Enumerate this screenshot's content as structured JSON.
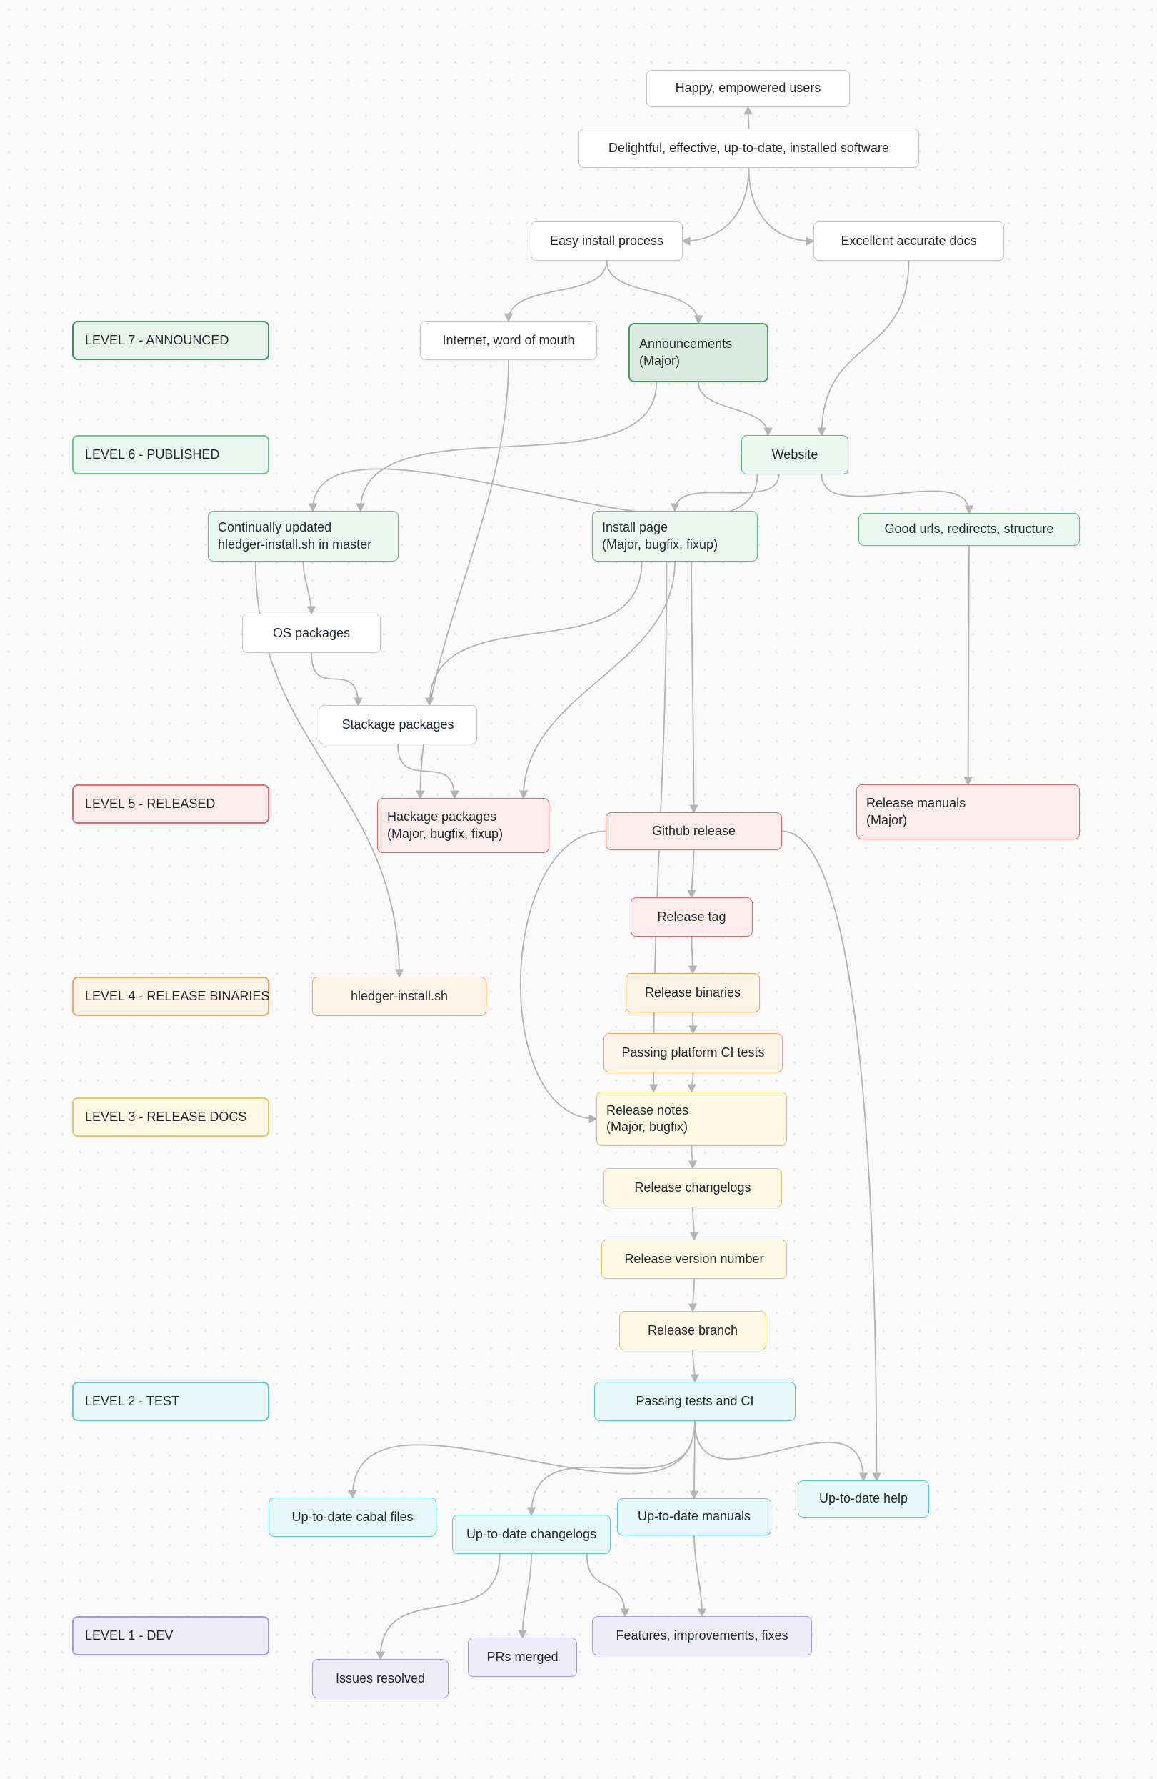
{
  "diagram": {
    "background_color": "#fafafa",
    "arrow_color": "#b4b4b4",
    "levels": {
      "level7": {
        "label": "LEVEL 7 - ANNOUNCED",
        "border": "#3f8f60",
        "bg": "#e9f4ec"
      },
      "level6": {
        "label": "LEVEL 6 - PUBLISHED",
        "border": "#6ec494",
        "bg": "#eaf7f0"
      },
      "level5": {
        "label": "LEVEL 5 - RELEASED",
        "border": "#e66a6a",
        "bg": "#fdecec"
      },
      "level4": {
        "label": "LEVEL 4 - RELEASE BINARIES",
        "border": "#edaa60",
        "bg": "#fdf3e7"
      },
      "level3": {
        "label": "LEVEL 3 - RELEASE DOCS",
        "border": "#e0cb5e",
        "bg": "#fcf8e3"
      },
      "level2": {
        "label": "LEVEL 2 - TEST",
        "border": "#5fc9d0",
        "bg": "#e7f8f9"
      },
      "level1": {
        "label": "LEVEL 1 - DEV",
        "border": "#a79ae0",
        "bg": "#efecfa"
      }
    },
    "nodes": {
      "happy": {
        "label": "Happy, empowered users"
      },
      "delightful": {
        "label": "Delightful, effective, up-to-date, installed software"
      },
      "easy_install": {
        "label": "Easy install process"
      },
      "excellent_docs": {
        "label": "Excellent accurate docs"
      },
      "internet": {
        "label": "Internet, word of mouth"
      },
      "announcements": {
        "label": "Announcements",
        "sublabel": "(Major)"
      },
      "website": {
        "label": "Website"
      },
      "continually": {
        "label": "Continually updated",
        "sublabel": "hledger-install.sh in master"
      },
      "install_page": {
        "label": "Install page",
        "sublabel": "(Major, bugfix, fixup)"
      },
      "good_urls": {
        "label": "Good urls, redirects, structure"
      },
      "os_packages": {
        "label": "OS packages"
      },
      "stackage": {
        "label": "Stackage packages"
      },
      "hackage": {
        "label": "Hackage packages",
        "sublabel": "(Major, bugfix, fixup)"
      },
      "github_release": {
        "label": "Github release"
      },
      "release_manuals": {
        "label": "Release manuals",
        "sublabel": "(Major)"
      },
      "release_tag": {
        "label": "Release tag"
      },
      "hledger_install": {
        "label": "hledger-install.sh"
      },
      "release_binaries": {
        "label": "Release binaries"
      },
      "passing_platform": {
        "label": "Passing platform CI tests"
      },
      "release_notes": {
        "label": "Release notes",
        "sublabel": "(Major, bugfix)"
      },
      "release_changelogs": {
        "label": "Release changelogs"
      },
      "release_version": {
        "label": "Release version number"
      },
      "release_branch": {
        "label": "Release branch"
      },
      "passing_tests": {
        "label": "Passing tests and CI"
      },
      "cabal_files": {
        "label": "Up-to-date cabal files"
      },
      "utd_changelogs": {
        "label": "Up-to-date changelogs"
      },
      "utd_manuals": {
        "label": "Up-to-date manuals"
      },
      "utd_help": {
        "label": "Up-to-date help"
      },
      "features": {
        "label": "Features, improvements, fixes"
      },
      "prs_merged": {
        "label": "PRs merged"
      },
      "issues_resolved": {
        "label": "Issues resolved"
      }
    },
    "edges": [
      {
        "from": "delightful",
        "fromSide": "top",
        "to": "happy",
        "toSide": "bottom"
      },
      {
        "from": "delightful",
        "to": "easy_install",
        "toSide": "right",
        "k": 60
      },
      {
        "from": "delightful",
        "to": "excellent_docs",
        "toSide": "left",
        "k": 60
      },
      {
        "from": "easy_install",
        "to": "internet"
      },
      {
        "from": "easy_install",
        "to": "announcements"
      },
      {
        "from": "excellent_docs",
        "to": "website",
        "toPos": 0.75,
        "k": 140
      },
      {
        "from": "announcements",
        "to": "website",
        "toPos": 0.25
      },
      {
        "from": "website",
        "fromPos": 0.35,
        "to": "install_page"
      },
      {
        "from": "website",
        "fromPos": 0.75,
        "to": "good_urls"
      },
      {
        "from": "website",
        "fromPos": 0.15,
        "to": "continually",
        "toPos": 0.55,
        "k": 180
      },
      {
        "from": "announcements",
        "fromPos": 0.2,
        "to": "continually",
        "toPos": 0.8,
        "k": 160
      },
      {
        "from": "good_urls",
        "to": "release_manuals",
        "k": 120
      },
      {
        "from": "internet",
        "to": "hackage",
        "toPos": 0.25,
        "k": 220
      },
      {
        "from": "continually",
        "to": "os_packages"
      },
      {
        "from": "continually",
        "fromPos": 0.25,
        "to": "hledger_install",
        "k": 260
      },
      {
        "from": "install_page",
        "fromPos": 0.3,
        "to": "stackage",
        "toPos": 0.7,
        "k": 160
      },
      {
        "from": "os_packages",
        "to": "stackage",
        "toPos": 0.25,
        "k": 70
      },
      {
        "from": "stackage",
        "to": "hackage",
        "toPos": 0.45,
        "k": 70
      },
      {
        "from": "install_page",
        "to": "hackage",
        "toPos": 0.85,
        "k": 150
      },
      {
        "from": "install_page",
        "fromPos": 0.6,
        "to": "github_release"
      },
      {
        "from": "install_page",
        "fromPos": 0.45,
        "to": "release_notes",
        "toPos": 0.3,
        "k": 320
      },
      {
        "from": "github_release",
        "to": "release_tag"
      },
      {
        "from": "release_tag",
        "to": "release_binaries"
      },
      {
        "from": "release_binaries",
        "to": "passing_platform"
      },
      {
        "from": "passing_platform",
        "to": "release_notes"
      },
      {
        "from": "release_notes",
        "to": "release_changelogs"
      },
      {
        "from": "release_changelogs",
        "to": "release_version"
      },
      {
        "from": "release_version",
        "to": "release_branch"
      },
      {
        "from": "release_branch",
        "to": "passing_tests"
      },
      {
        "from": "passing_tests",
        "to": "cabal_files",
        "k": 200
      },
      {
        "from": "passing_tests",
        "to": "utd_changelogs",
        "k": 140
      },
      {
        "from": "passing_tests",
        "to": "utd_manuals"
      },
      {
        "from": "passing_tests",
        "to": "utd_help",
        "k": 140
      },
      {
        "from": "utd_manuals",
        "to": "features"
      },
      {
        "from": "utd_changelogs",
        "to": "prs_merged"
      },
      {
        "from": "utd_changelogs",
        "fromPos": 0.3,
        "to": "issues_resolved",
        "k": 120
      },
      {
        "from": "utd_changelogs",
        "fromPos": 0.85,
        "to": "features",
        "toPos": 0.15,
        "k": 60
      },
      {
        "from": "github_release",
        "fromSide": "right",
        "to": "utd_help",
        "toPos": 0.6,
        "k1": 120,
        "k2": 300
      },
      {
        "from": "github_release",
        "fromSide": "left",
        "to": "release_notes",
        "toSide": "left",
        "k": 150
      }
    ]
  }
}
